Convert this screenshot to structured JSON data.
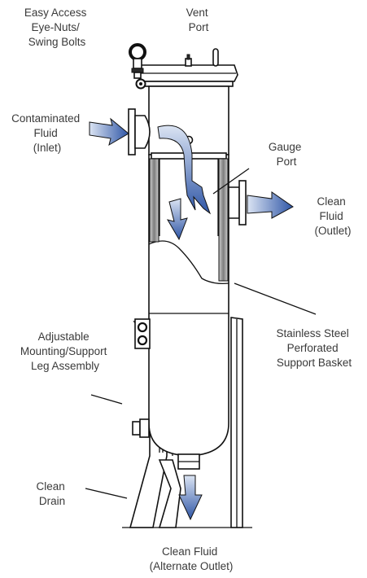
{
  "labels": {
    "eye_nuts": [
      "Easy Access",
      "Eye-Nuts/",
      "Swing Bolts"
    ],
    "vent_port": [
      "Vent",
      "Port"
    ],
    "inlet": [
      "Contaminated",
      "Fluid",
      "(Inlet)"
    ],
    "gauge_port": [
      "Gauge",
      "Port"
    ],
    "outlet": [
      "Clean",
      "Fluid",
      "(Outlet)"
    ],
    "basket": [
      "Stainless Steel",
      "Perforated",
      "Support Basket"
    ],
    "leg": [
      "Adjustable",
      "Mounting/Support",
      "Leg Assembly"
    ],
    "drain": [
      "Clean",
      "Drain"
    ],
    "alt_outlet": [
      "Clean Fluid",
      "(Alternate Outlet)"
    ]
  },
  "colors": {
    "arrow_dark": "#2f56a6",
    "arrow_light": "#dbe4f3",
    "outline": "#111111",
    "label_text": "#3a3a3a",
    "basket_gray": "#8a8a8a"
  }
}
